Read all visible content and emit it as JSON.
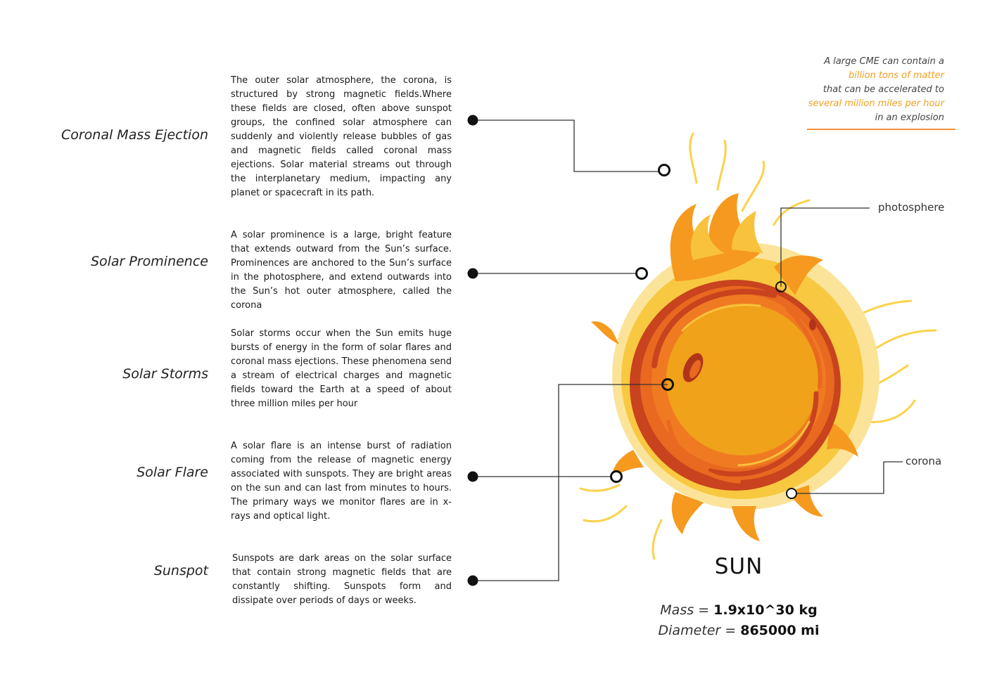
{
  "entries": [
    {
      "term": "Coronal Mass Ejection",
      "description": "The outer solar atmosphere, the corona, is structured by strong magnetic fields.Where these fields are closed, often above sunspot groups, the confined solar atmosphere can suddenly and violently release bubbles of gas and magnetic fields called coronal mass ejections. Solar material streams out through the interplanetary medium, impacting any planet or spacecraft in its path."
    },
    {
      "term": "Solar Prominence",
      "description": "A solar prominence is a large, bright feature that extends outward from the Sun’s surface. Prominences are anchored to the Sun’s surface in the photosphere, and extend outwards into the Sun’s hot outer atmosphere, called the corona"
    },
    {
      "term": "Solar Storms",
      "description": "Solar storms occur when the Sun emits huge bursts of energy in the form of solar flares and coronal mass ejections. These phenomena send a stream of electrical charges and magnetic fields toward the Earth at a speed of about three million miles per hour"
    },
    {
      "term": "Solar Flare",
      "description": "A solar flare is an intense burst of radiation coming from the release of magnetic energy associated with sunspots. They are bright  areas on the sun and can last from minutes to hours. The primary ways we monitor flares are in x-rays and optical light."
    },
    {
      "term": "Sunspot",
      "description": "Sunspots are dark areas on the solar surface that contain strong magnetic fields that are constantly shifting. Sunspots form and dissipate over periods of days or weeks."
    }
  ],
  "note": {
    "line1": "A large CME can contain a",
    "line2": "billion tons of matter",
    "line3": "that can be accelerated to",
    "line4": "several million miles per hour",
    "line5": "in an explosion"
  },
  "labels": {
    "photosphere": "photosphere",
    "corona": "corona"
  },
  "sun": {
    "title": "SUN",
    "mass_label": "Mass",
    "mass_value": "1.9x10^30 kg",
    "diameter_label": "Diameter",
    "diameter_value": "865000 mi",
    "equals": "="
  },
  "colors": {
    "corona_outer": "#fbe49a",
    "corona_inner": "#f8c840",
    "body": "#f0a21a",
    "ring_dark": "#c8431e",
    "ring_mid": "#e8691f",
    "flame": "#f59a1e",
    "accent_text": "#f0a020",
    "accent_rule": "#f09038"
  }
}
